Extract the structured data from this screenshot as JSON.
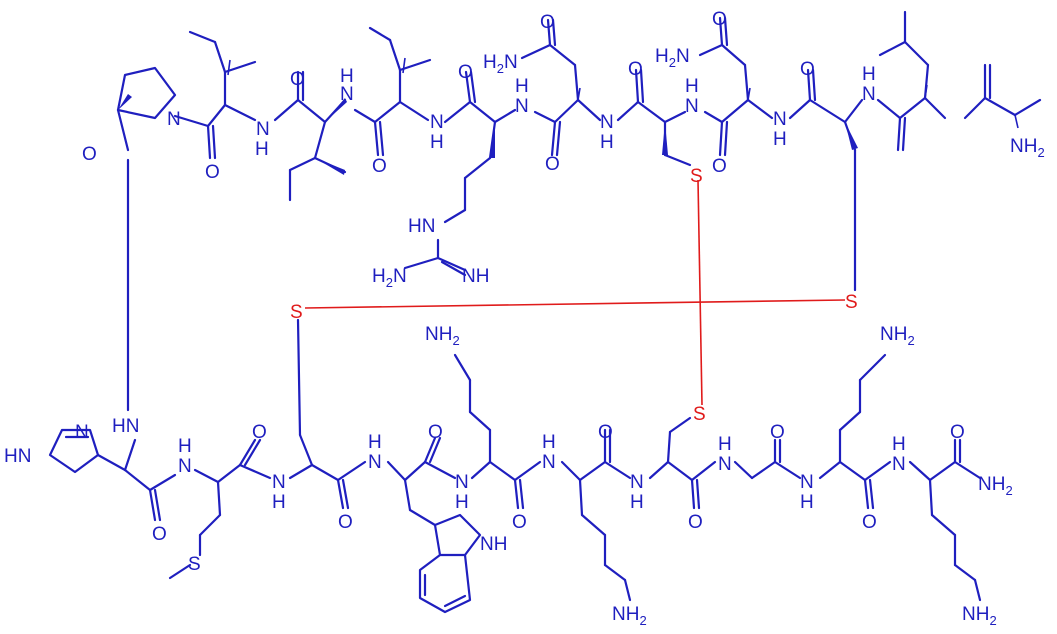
{
  "labels": {
    "o_pro": "O",
    "n_pro": "N",
    "nh_1": "N",
    "h_1": "H",
    "o_2": "O",
    "nh_2": "N",
    "h_2": "H",
    "o_3": "O",
    "nh_3": "N",
    "h_3": "H",
    "o_4": "O",
    "nh2_asn1": "H",
    "nh2_asn1_n": "N",
    "nh2_asn1_sub": "2",
    "o_asn1": "O",
    "nh_4": "N",
    "h_4": "H",
    "o_5": "O",
    "nh_5": "N",
    "h_5": "H",
    "s_top": "S",
    "o_6": "O",
    "nh2_asn2": "H",
    "nh2_asn2_n": "N",
    "nh2_asn2_sub": "2",
    "o_asn2": "O",
    "nh_6": "N",
    "h_6": "H",
    "o_7": "O",
    "nh_7": "N",
    "h_7": "H",
    "o_8": "O",
    "nh_8": "N",
    "h_8": "H",
    "o_9": "O",
    "nh2_term": "NH",
    "nh2_term_sub": "2",
    "hn_arg": "HN",
    "nh2_arg": "H",
    "nh2_arg_n": "N",
    "nh2_arg_sub": "2",
    "nh_arg": "NH",
    "s_left": "S",
    "s_right": "S",
    "s_mid": "S",
    "hn_his": "HN",
    "n_his": "N",
    "hn_imid": "HN",
    "nh_b1": "N",
    "hb_1": "H",
    "o_b1": "O",
    "o_b2": "O",
    "s_met": "S",
    "nh_b2": "N",
    "hb_2": "H",
    "o_b3": "O",
    "nh_b3": "N",
    "hb_3": "H",
    "o_b4": "O",
    "nh_b4": "N",
    "hb_4": "H",
    "nh_indole": "NH",
    "o_b5": "O",
    "nh_b5": "N",
    "hb_5": "H",
    "o_b6": "O",
    "nh_b6": "N",
    "hb_6": "H",
    "o_b7": "O",
    "nh_b7": "N",
    "hb_7": "H",
    "o_b8": "O",
    "nh_b8": "N",
    "hb_8": "H",
    "o_b9": "O",
    "nh_b9": "N",
    "hb_9": "H",
    "o_b10": "O",
    "nh2_cterm": "NH",
    "nh2_cterm_sub": "2",
    "nh2_lys1": "NH",
    "nh2_lys1_sub": "2",
    "nh2_lys2": "NH",
    "nh2_lys2_sub": "2",
    "nh2_lys3": "NH",
    "nh2_lys3_sub": "2",
    "nh2_lys4": "NH",
    "nh2_lys4_sub": "2"
  },
  "colors": {
    "bond": "#1f1fbf",
    "disulfide": "#e01b1b"
  }
}
